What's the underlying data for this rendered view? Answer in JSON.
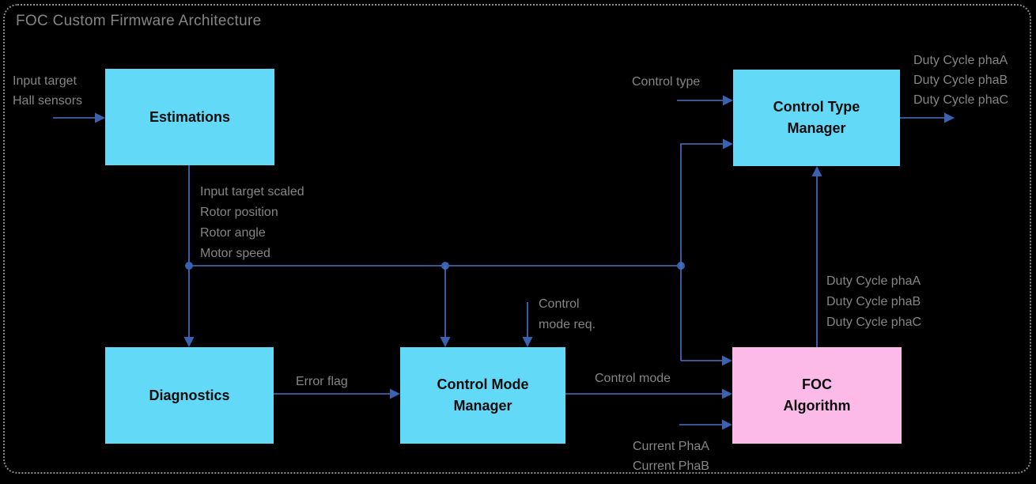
{
  "title": "FOC Custom Firmware Architecture",
  "colors": {
    "background": "#000000",
    "border-gray": "#8a8a8a",
    "text-gray": "#858585",
    "box-cyan": "#63d9f8",
    "box-pink": "#fbbae8",
    "box-text": "#0d0d0d",
    "line-blue": "#4a73c8",
    "arrow-blue": "#3b62b0"
  },
  "blocks": {
    "estimations": {
      "lines": [
        "Estimations"
      ]
    },
    "diagnostics": {
      "lines": [
        "Diagnostics"
      ]
    },
    "control_mode_manager": {
      "lines": [
        "Control Mode",
        "Manager"
      ]
    },
    "control_type_manager": {
      "lines": [
        "Control Type",
        "Manager"
      ]
    },
    "foc_algorithm": {
      "lines": [
        "FOC",
        "Algorithm"
      ]
    }
  },
  "labels": {
    "inputs": [
      "Input target",
      "Hall sensors"
    ],
    "estimation_outputs": [
      "Input target scaled",
      "Rotor position",
      "Rotor angle",
      "Motor speed"
    ],
    "error_flag": "Error flag",
    "control_mode_req": [
      "Control",
      "mode req."
    ],
    "control_mode": "Control mode",
    "control_type": "Control type",
    "currents": [
      "Current PhaA",
      "Current PhaB"
    ],
    "duty_cycle_output": [
      "Duty Cycle phaA",
      "Duty Cycle phaB",
      "Duty Cycle phaC"
    ],
    "duty_cycle_foc": [
      "Duty Cycle phaA",
      "Duty Cycle phaB",
      "Duty Cycle phaC"
    ]
  }
}
